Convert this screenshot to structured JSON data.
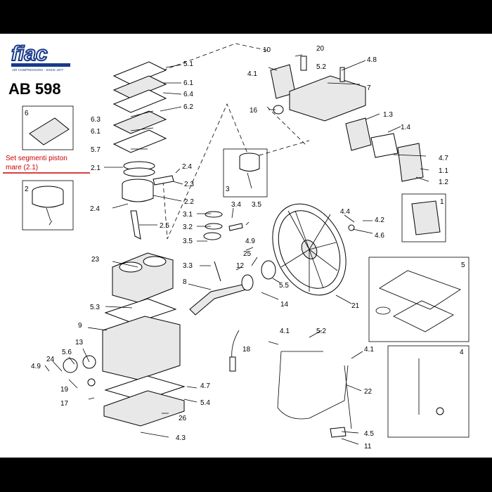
{
  "brand": {
    "logo_text": "fiac",
    "tagline": "AIR COMPRESSORS · SINCE 1977"
  },
  "model": "AB 598",
  "note": {
    "line1": "Set segmenti piston",
    "line2": "mare (2.1)",
    "color": "#cc0000"
  },
  "labels": {
    "l5_1": "5.1",
    "l6_1a": "6.1",
    "l6_4": "6.4",
    "l6_2": "6.2",
    "l6_3": "6.3",
    "l6_1b": "6.1",
    "l5_7": "5.7",
    "l2_1": "2.1",
    "l2_4a": "2.4",
    "l2_3": "2.3",
    "l2_2": "2.2",
    "l2_4b": "2.4",
    "l2_5": "2.5",
    "l3": "3",
    "l3_4": "3.4",
    "l3_5a": "3.5",
    "l3_1": "3.1",
    "l3_2": "3.2",
    "l3_5b": "3.5",
    "l3_3": "3.3",
    "l23": "23",
    "l5_3": "5.3",
    "l9": "9",
    "l13": "13",
    "l5_6": "5.6",
    "l24": "24",
    "l4_9a": "4.9",
    "l19": "19",
    "l17": "17",
    "l26": "26",
    "l4_3": "4.3",
    "l4_7a": "4.7",
    "l5_4": "5.4",
    "l18": "18",
    "l8": "8",
    "l12": "12",
    "l4_9b": "4.9",
    "l25": "25",
    "l5_5": "5.5",
    "l14": "14",
    "l21": "21",
    "l10": "10",
    "l20": "20",
    "l4_8": "4.8",
    "l4_1a": "4.1",
    "l5_2a": "5.2",
    "l7": "7",
    "l16": "16",
    "l1_3": "1.3",
    "l1_4": "1.4",
    "l4_7b": "4.7",
    "l1_1": "1.1",
    "l1_2": "1.2",
    "l1": "1",
    "l4_4": "4.4",
    "l4_2": "4.2",
    "l4_6": "4.6",
    "l5": "5",
    "l4": "4",
    "l4_1b": "4.1",
    "l5_2b": "5.2",
    "l4_1c": "4.1",
    "l22": "22",
    "l4_5": "4.5",
    "l11": "11",
    "l6": "6",
    "l2": "2"
  }
}
